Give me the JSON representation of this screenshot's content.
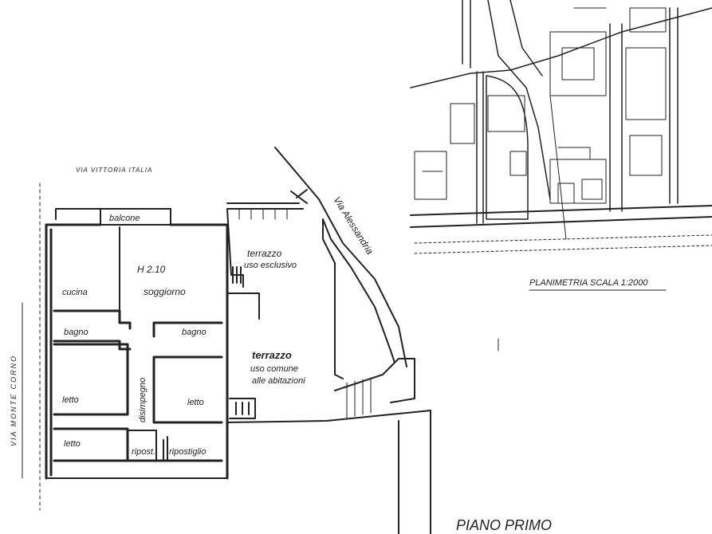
{
  "plan": {
    "street_top": "VIA VITTORIA ITALIA",
    "street_left": "VIA MONTE CORNO",
    "street_diagonal": "Via Alessandria",
    "rooms": {
      "balcone": "balcone",
      "cucina": "cucina",
      "soggiorno": "soggiorno",
      "height_note": "H 2.10",
      "bagno_1": "bagno",
      "bagno_2": "bagno",
      "letto_1": "letto",
      "letto_2": "letto",
      "letto_3": "letto",
      "disimpegno": "disimpegno",
      "ripost": "ripost.",
      "ripostiglio": "ripostiglio"
    },
    "terrazzo_1_title": "terrazzo",
    "terrazzo_1_sub": "uso esclusivo",
    "terrazzo_2_title": "terrazzo",
    "terrazzo_2_sub1": "uso comune",
    "terrazzo_2_sub2": "alle abitazioni"
  },
  "map": {
    "caption": "PLANIMETRIA SCALA 1:2000"
  },
  "footer": {
    "floor_note": "PIANO PRIMO"
  }
}
